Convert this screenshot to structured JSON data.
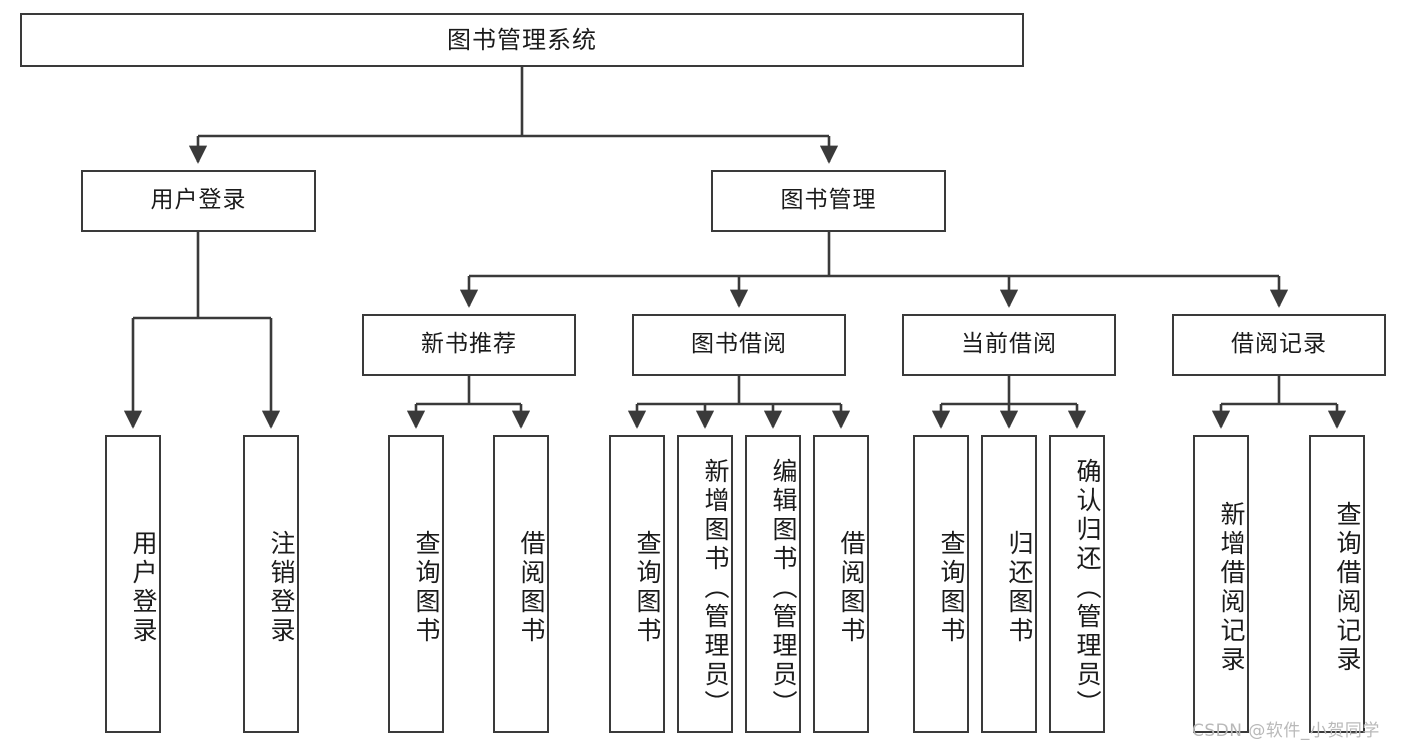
{
  "diagram": {
    "title": "图书管理系统",
    "colors": {
      "box_border": "#3a3a3a",
      "box_fill": "#ffffff",
      "connector": "#3a3a3a",
      "background": "#ffffff",
      "watermark": "#b9b9b9"
    },
    "root": {
      "label": "图书管理系统"
    },
    "level2": [
      {
        "label": "用户登录"
      },
      {
        "label": "图书管理"
      }
    ],
    "level3": [
      {
        "label": "新书推荐"
      },
      {
        "label": "图书借阅"
      },
      {
        "label": "当前借阅"
      },
      {
        "label": "借阅记录"
      }
    ],
    "leaves": {
      "user_login": [
        {
          "label": "用户登录"
        },
        {
          "label": "注销登录"
        }
      ],
      "new_book_recommend": [
        {
          "label": "查询图书"
        },
        {
          "label": "借阅图书"
        }
      ],
      "book_borrow": [
        {
          "label": "查询图书"
        },
        {
          "label": "新增图书（管理员）"
        },
        {
          "label": "编辑图书（管理员）"
        },
        {
          "label": "借阅图书"
        }
      ],
      "current_borrow": [
        {
          "label": "查询图书"
        },
        {
          "label": "归还图书"
        },
        {
          "label": "确认归还（管理员）"
        }
      ],
      "borrow_record": [
        {
          "label": "新增借阅记录"
        },
        {
          "label": "查询借阅记录"
        }
      ]
    }
  },
  "watermark": {
    "text": "CSDN @软件_小贺同学"
  }
}
